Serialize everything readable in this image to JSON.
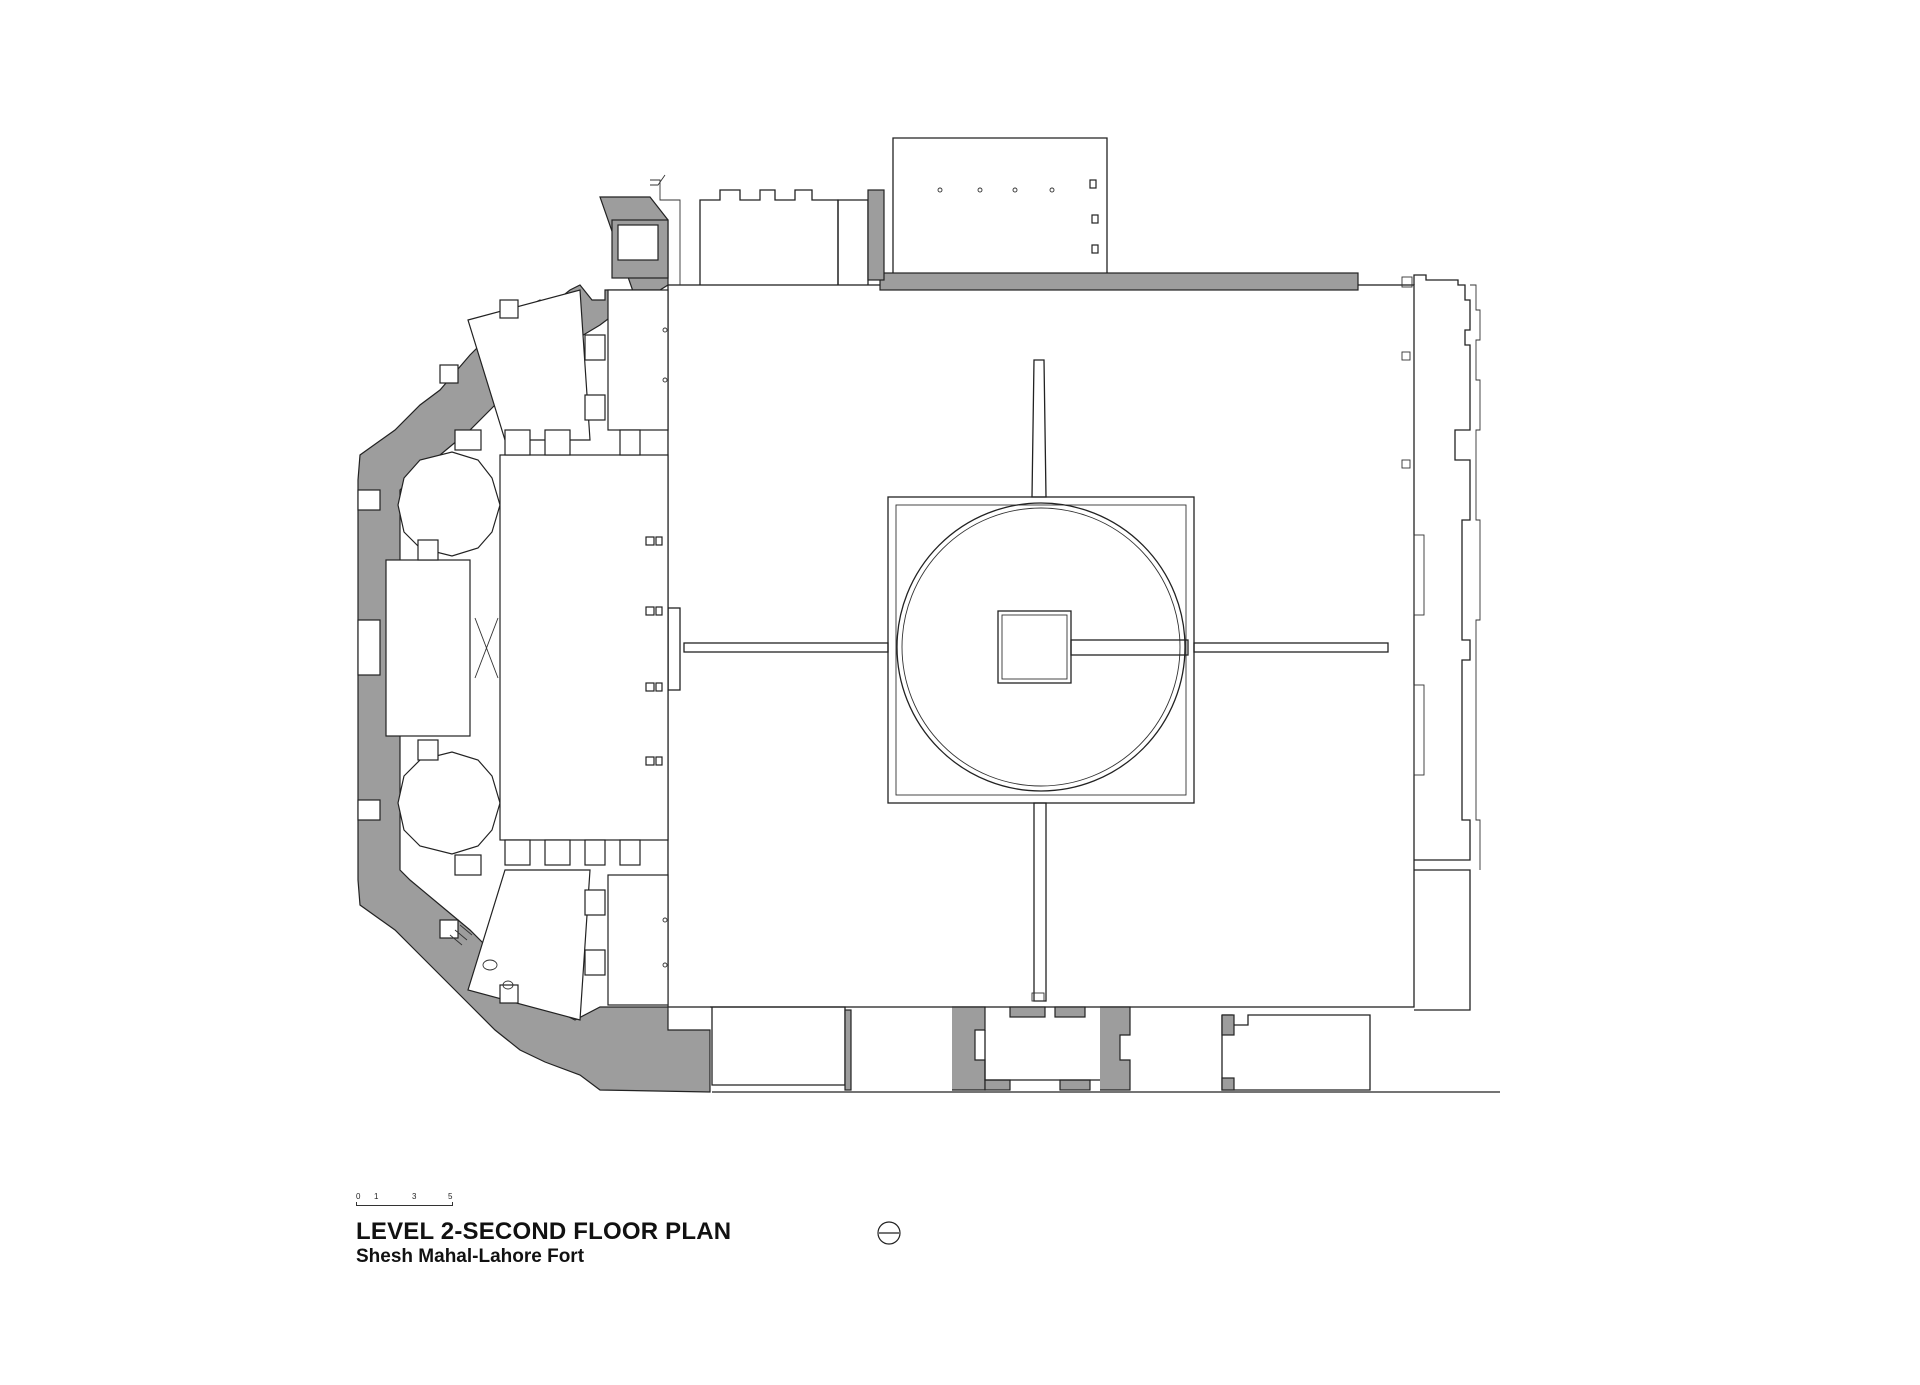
{
  "title": {
    "main": "LEVEL 2-SECOND FLOOR PLAN",
    "sub": "Shesh Mahal-Lahore Fort"
  },
  "scale_bar": {
    "labels": [
      "0",
      "1",
      "3",
      "5"
    ]
  },
  "icons": {
    "north_arrow": "north-arrow-icon"
  },
  "colors": {
    "wall_fill": "#9d9d9d",
    "line": "#222222",
    "background": "#ffffff"
  }
}
